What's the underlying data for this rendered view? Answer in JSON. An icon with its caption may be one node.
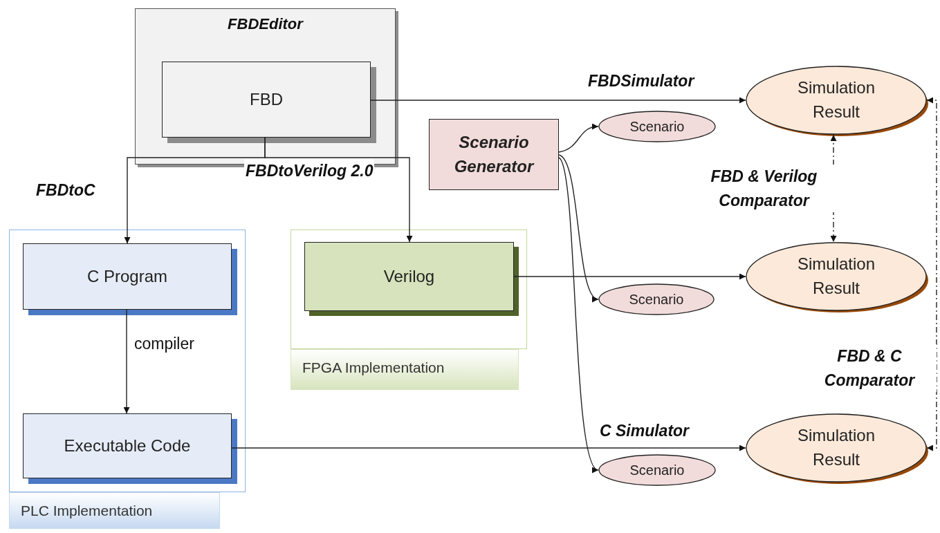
{
  "diagram": {
    "nodes": [
      {
        "text": [
          "FBDEditor"
        ]
      },
      {
        "text": [
          "FBD"
        ],
        "in": 0
      },
      {
        "text": [
          "PLC Implementation"
        ]
      },
      {
        "text": [
          "C Program"
        ],
        "in": 2
      },
      {
        "text": [
          "Executable Code"
        ],
        "in": 2
      },
      {
        "text": [
          "FPGA Implementation"
        ]
      },
      {
        "text": [
          "Verilog"
        ],
        "in": 5
      },
      {
        "text": [
          "Scenario Generator"
        ]
      },
      {
        "text": [
          "Scenario"
        ]
      },
      {
        "text": [
          "Scenario"
        ]
      },
      {
        "text": [
          "Scenario"
        ]
      },
      {
        "text": [
          "Simulation Result"
        ]
      },
      {
        "text": [
          "Simulation Result"
        ]
      },
      {
        "text": [
          "Simulation Result"
        ]
      }
    ],
    "edges": [
      {
        "from": 1,
        "to": 11,
        "arrow": "to",
        "label": "FBDSimulator"
      },
      {
        "from": 1,
        "to": 3,
        "arrow": "to",
        "label": "FBDtoC"
      },
      {
        "from": 1,
        "to": 6,
        "arrow": "to",
        "label": "FBDtoVerilog 2.0"
      },
      {
        "from": 7,
        "to": 8,
        "arrow": "to"
      },
      {
        "from": 7,
        "to": 9,
        "arrow": "to"
      },
      {
        "from": 7,
        "to": 10,
        "arrow": "to"
      },
      {
        "from": 6,
        "to": 12,
        "arrow": "to"
      },
      {
        "from": 3,
        "to": 4,
        "arrow": "to",
        "label": "compiler"
      },
      {
        "from": 4,
        "to": 13,
        "arrow": "to",
        "label": "C Simulator"
      },
      {
        "from": 11,
        "to": 12,
        "arrow": "both",
        "style": "dashed",
        "label": "FBD & Verilog Comparator"
      },
      {
        "from": 11,
        "to": 13,
        "arrow": "both",
        "style": "dashed",
        "label": "FBD & C Comparator"
      }
    ]
  }
}
